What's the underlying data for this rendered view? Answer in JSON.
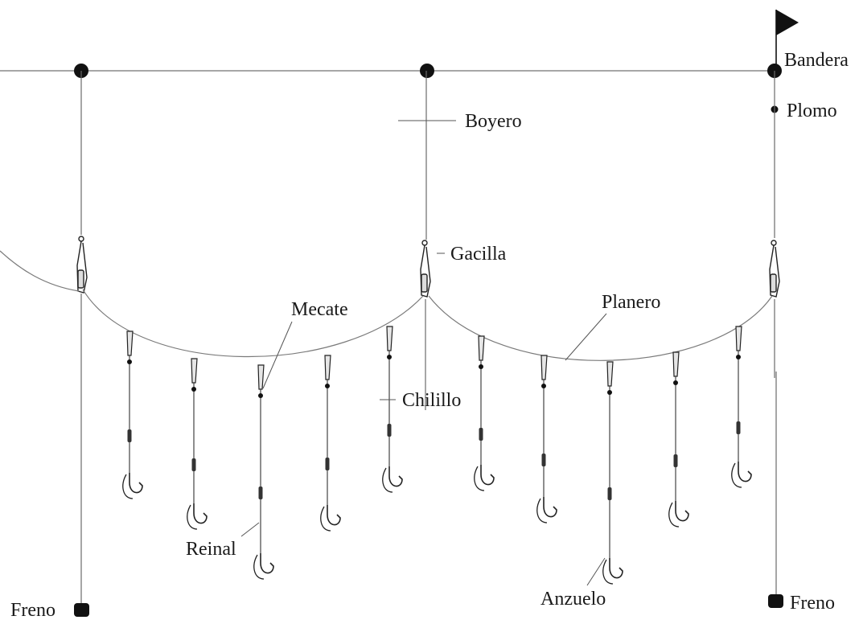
{
  "labels": {
    "bandera": "Bandera",
    "plomo": "Plomo",
    "boyero": "Boyero",
    "gacilla": "Gacilla",
    "mecate": "Mecate",
    "planero": "Planero",
    "chilillo": "Chilillo",
    "reinal": "Reinal",
    "anzuelo": "Anzuelo",
    "freno_left": "Freno",
    "freno_right": "Freno"
  },
  "colors": {
    "line": "#6b6b6b",
    "ink": "#111111"
  }
}
